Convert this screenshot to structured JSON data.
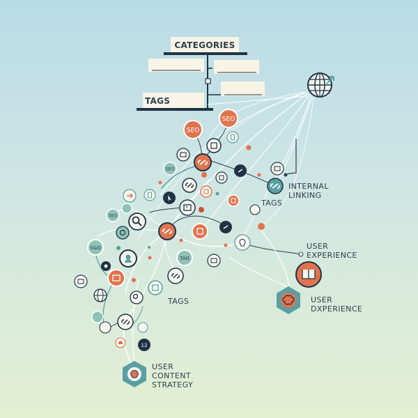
{
  "hierarchy": {
    "categories_label": "CATEGORIES",
    "tags_label": "TAGS"
  },
  "labels": {
    "internal_linking": [
      "INTERNAL",
      "LINKING"
    ],
    "tags_upper": "TAGS",
    "user_experience_1": [
      "USER",
      "EXPERIENCE"
    ],
    "user_experience_2": [
      "USER",
      "DXPERIENCE"
    ],
    "tags_lower": "TAGS",
    "user_content_strategy": [
      "USER",
      "CONTENT",
      "STRATEGY"
    ]
  },
  "node_badges": {
    "seo_a": "SEO",
    "seo_b": "SEO",
    "seo_c": "SEO",
    "seo_d": "SEO",
    "seo_e": "S&O",
    "tag_c": "TAG",
    "num": "12"
  },
  "colors": {
    "orange": "#e0744f",
    "teal": "#5a9fa3",
    "navy": "#1f3344",
    "light": "#f4f6ee",
    "line": "#ffffff",
    "dark_line": "#2c3f4d"
  }
}
